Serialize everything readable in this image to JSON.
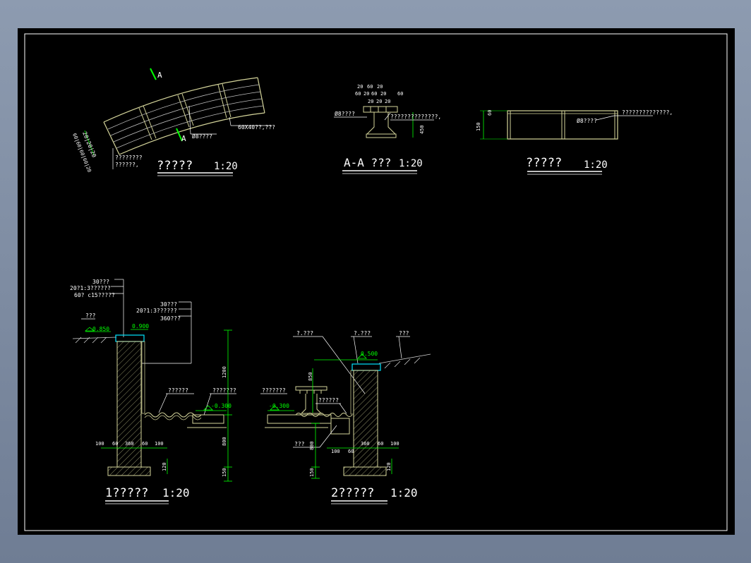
{
  "colors": {
    "background": "#000000",
    "frame": "#ffffff",
    "geometry": "#d4d49a",
    "dimension": "#00ff00",
    "accent": "#00e5ff",
    "text": "#ffffff",
    "elevation": "#00ff00"
  },
  "top_left": {
    "title": "?????",
    "scale": "1:20",
    "section_mark": "A",
    "dims_vertical": "20|20|20",
    "dims_vertical2": "60|60|60|60|20",
    "note_rebar": "Ø8????",
    "note_wood": "60X40??,???",
    "note_bottom": "????????",
    "note_bottom2": "??????,"
  },
  "top_middle": {
    "title": "A-A ???",
    "scale": "1:20",
    "dims_row1": [
      "20",
      "60",
      "20"
    ],
    "dims_row2": [
      "60",
      "20",
      "60",
      "20",
      "60"
    ],
    "dims_row3": [
      "20",
      "20",
      "20"
    ],
    "note_rebar": "Ø8????",
    "note_right": "??????????????,",
    "dim_height": "450"
  },
  "top_right": {
    "title": "?????",
    "scale": "1:20",
    "dim_left": "150",
    "dim_top": "60",
    "note_rebar": "Ø8????",
    "note_right": "??????????????,"
  },
  "section1": {
    "title": "1?????",
    "scale": "1:20",
    "note_a1": "30???",
    "note_a2": "20?1:3??????",
    "note_a3": "60? c15?????",
    "note_b1": "30???",
    "note_b2": "20?1:3??????",
    "note_b3": "360???",
    "label_ground": "???",
    "elev_ground": "0.850",
    "elev_top": "0.900",
    "label_pebble": "??????",
    "label_water": "???????",
    "elev_water": "-0.300",
    "dim_1200": "1200",
    "dim_800": "800",
    "dim_150": "150",
    "dim_120": "120",
    "dims_bottom": [
      "100",
      "60",
      "360",
      "60",
      "100"
    ]
  },
  "section2": {
    "title": "2?????",
    "scale": "1:20",
    "label_top1": "?.???",
    "label_top2": "?.???",
    "label_top3": "???",
    "elev_top": "0.500",
    "label_left": "???????",
    "elev_water": "-0.300",
    "label_pebble": "??????",
    "label_bottom": "???",
    "dim_800": "800",
    "dim_150": "150",
    "dim_850": "850",
    "dim_120": "120",
    "dims_bottom": [
      "100",
      "60",
      "360",
      "60",
      "100"
    ]
  }
}
